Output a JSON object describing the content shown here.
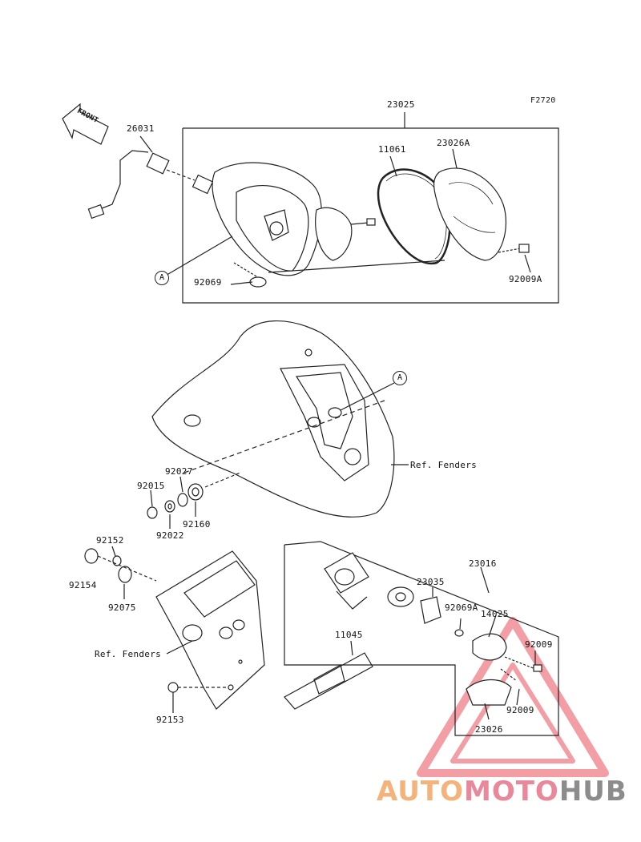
{
  "figure_code": "F2720",
  "front_label": "FRONT",
  "ref_label": "A",
  "ref_fenders": "Ref. Fenders",
  "parts": {
    "p23025": "23025",
    "p26031": "26031",
    "p11061": "11061",
    "p23026A": "23026A",
    "p92069": "92069",
    "p92009A": "92009A",
    "p92027": "92027",
    "p92015": "92015",
    "p92022": "92022",
    "p92160": "92160",
    "p92152": "92152",
    "p92154": "92154",
    "p92075": "92075",
    "p92153": "92153",
    "p11045": "11045",
    "p23016": "23016",
    "p23035": "23035",
    "p92069A": "92069A",
    "p14025": "14025",
    "p92009_1": "92009",
    "p92009_2": "92009",
    "p23026": "23026"
  },
  "watermark": {
    "part1": "AUTO",
    "part2": "MOTO",
    "part3": "HUB",
    "colors": {
      "part1": "#f3b37a",
      "part2": "#e8889a",
      "part3": "#8c8c8c",
      "triangle": "#e8505b"
    }
  }
}
